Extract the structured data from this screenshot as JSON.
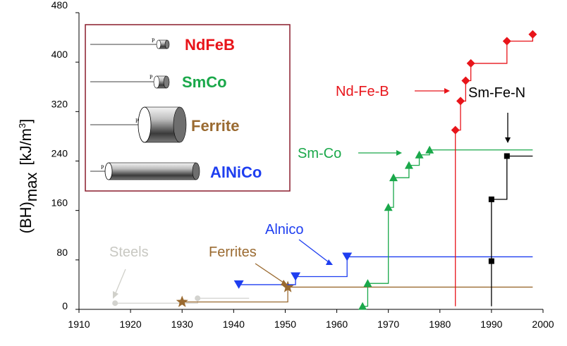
{
  "chart_data": {
    "type": "line",
    "xlabel": "",
    "ylabel": {
      "main": "(BH)",
      "sub": "max",
      "unit_a": "[kJ/m",
      "unit_sup": "3",
      "unit_b": "]"
    },
    "xlim": [
      1910,
      2000
    ],
    "ylim": [
      0,
      480
    ],
    "xticks": [
      "1910",
      "1920",
      "1930",
      "1940",
      "1950",
      "1960",
      "1970",
      "1980",
      "1990",
      "2000"
    ],
    "yticks": [
      "0",
      "80",
      "160",
      "240",
      "320",
      "400",
      "480"
    ],
    "grid": false,
    "series": [
      {
        "name": "Steels",
        "color": "#d3d3cf",
        "marker": "circle",
        "points": [
          [
            1917,
            10
          ],
          [
            1933,
            18
          ]
        ],
        "line_to": 1943
      },
      {
        "name": "Ferrites",
        "color": "#9a6a30",
        "marker": "star",
        "points": [
          [
            1930,
            12
          ],
          [
            1950.5,
            36
          ]
        ],
        "line_to": 1998
      },
      {
        "name": "Alnico",
        "color": "#1e3ef0",
        "marker": "triangle-down",
        "points": [
          [
            1941,
            40
          ],
          [
            1952,
            53
          ],
          [
            1962,
            85
          ]
        ],
        "line_to": 1998
      },
      {
        "name": "Sm-Co",
        "color": "#1aa84a",
        "marker": "triangle-up",
        "points": [
          [
            1965,
            5
          ],
          [
            1966,
            42
          ],
          [
            1970,
            165
          ],
          [
            1971,
            213
          ],
          [
            1974,
            233
          ],
          [
            1976,
            250
          ],
          [
            1978,
            258
          ]
        ],
        "line_to": 1998
      },
      {
        "name": "Nd-Fe-B",
        "color": "#e8141a",
        "marker": "diamond",
        "points": [
          [
            1983,
            290
          ],
          [
            1984,
            337
          ],
          [
            1985,
            370
          ],
          [
            1986,
            398
          ],
          [
            1993,
            434
          ],
          [
            1998,
            445
          ]
        ],
        "drop_to": 5
      },
      {
        "name": "Sm-Fe-N",
        "color": "#000000",
        "marker": "square",
        "points": [
          [
            1990,
            78
          ],
          [
            1990,
            178
          ],
          [
            1993,
            248
          ]
        ],
        "line_to": 1998,
        "drop_to": 5
      }
    ],
    "annotations": [
      {
        "text": "Steels",
        "color": "#c8c8c2"
      },
      {
        "text": "Ferrites",
        "color": "#9a6a30"
      },
      {
        "text": "Alnico",
        "color": "#1e3ef0"
      },
      {
        "text": "Sm-Co",
        "color": "#1aa84a"
      },
      {
        "text": "Nd-Fe-B",
        "color": "#e8141a"
      },
      {
        "text": "Sm-Fe-N",
        "color": "#000000"
      }
    ],
    "inset": {
      "border_color": "#8a1c2c",
      "items": [
        {
          "label": "NdFeB",
          "color": "#e8141a",
          "p": "P"
        },
        {
          "label": "SmCo",
          "color": "#1aa84a",
          "p": "P"
        },
        {
          "label": "Ferrite",
          "color": "#9a6a30",
          "p": "P"
        },
        {
          "label": "AlNiCo",
          "color": "#1e3ef0",
          "p": "P"
        }
      ]
    }
  }
}
